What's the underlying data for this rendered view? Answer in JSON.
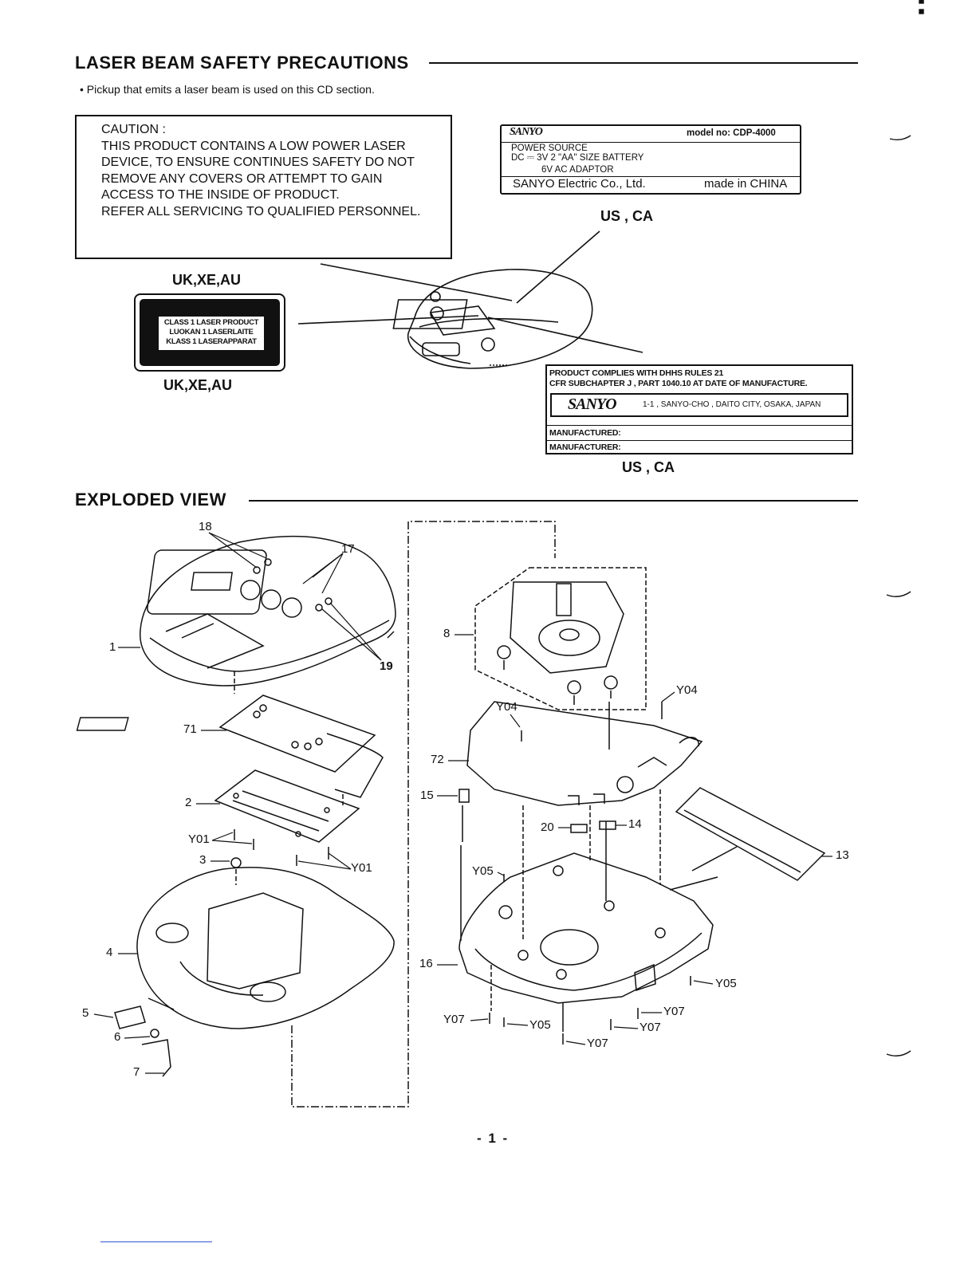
{
  "header": {
    "title": "LASER  BEAM  SAFETY  PRECAUTIONS",
    "intro": "• Pickup that emits a laser beam is used on this CD section."
  },
  "caution_box": {
    "lines": [
      "CAUTION :",
      "THIS PRODUCT CONTAINS A LOW POWER LASER",
      "DEVICE, TO ENSURE CONTINUES SAFETY DO  NOT",
      "REMOVE ANY COVERS OR ATTEMPT TO GAIN",
      "ACCESS TO THE INSIDE OF PRODUCT.",
      "REFER ALL SERVICING TO QUALIFIED PERSONNEL."
    ]
  },
  "us_label": {
    "brand": "SANYO",
    "model": "model no: CDP-4000",
    "power_source": "POWER SOURCE",
    "dc_line": "DC ⎓ 3V   2  \"AA\"  SIZE  BATTERY",
    "adaptor_line": "6V   AC  ADAPTOR",
    "company": "SANYO  Electric Co., Ltd.",
    "origin": "made in CHINA"
  },
  "class_label": {
    "lines": [
      "CLASS 1 LASER PRODUCT",
      "LUOKAN 1 LASERLAITE",
      "KLASS 1 LASERAPPARAT"
    ]
  },
  "dhhs_label": {
    "line1": "PRODUCT COMPLIES WITH DHHS RULES 21",
    "line2": "CFR SUBCHAPTER J , PART 1040.10 AT DATE OF MANUFACTURE.",
    "brand": "SANYO",
    "address": "1-1 , SANYO-CHO , DAITO CITY, OSAKA, JAPAN",
    "manufactured": "MANUFACTURED:",
    "manufacturer": "MANUFACTURER:"
  },
  "regions": {
    "us_ca": "US , CA",
    "uk_xe_au": "UK,XE,AU"
  },
  "exploded": {
    "title": "EXPLODED  VIEW",
    "callouts": {
      "c18": "18",
      "c17": "17",
      "c1": "1",
      "c19": "19",
      "c71": "71",
      "c2": "2",
      "c3": "3",
      "c4": "4",
      "c5": "5",
      "c6": "6",
      "c7": "7",
      "c8": "8",
      "c72": "72",
      "c15": "15",
      "c16": "16",
      "c13": "13",
      "c14": "14",
      "c20": "20",
      "y01a": "Y01",
      "y01b": "Y01",
      "y04a": "Y04",
      "y04b": "Y04",
      "y05a": "Y05",
      "y05b": "Y05",
      "y05c": "Y05",
      "y07a": "Y07",
      "y07b": "Y07",
      "y07c": "Y07",
      "y07d": "Y07"
    }
  },
  "footer": {
    "page": "- 1 -"
  }
}
